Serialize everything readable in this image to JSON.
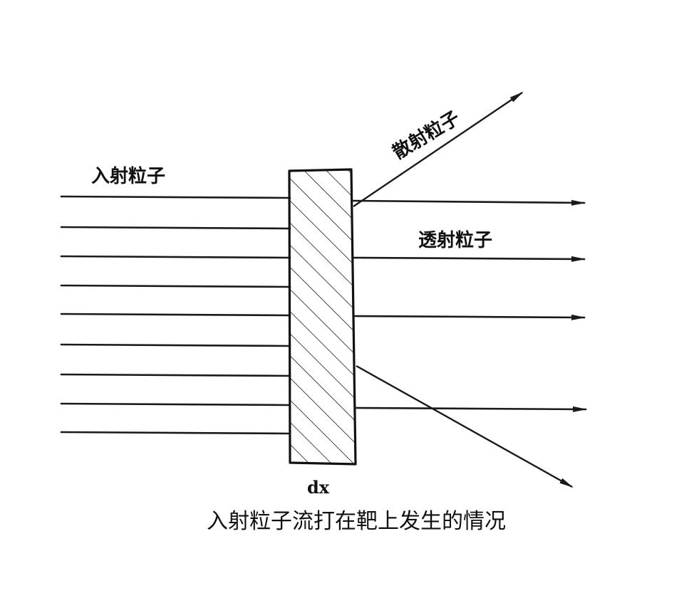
{
  "labels": {
    "incident": "入射粒子",
    "scattered": "散射粒子",
    "transmitted": "透射粒子",
    "thickness": "dx",
    "caption": "入射粒子流打在靶上发生的情况"
  },
  "diagram": {
    "incident_beam_count": 9,
    "transmitted_beam_count": 4
  }
}
